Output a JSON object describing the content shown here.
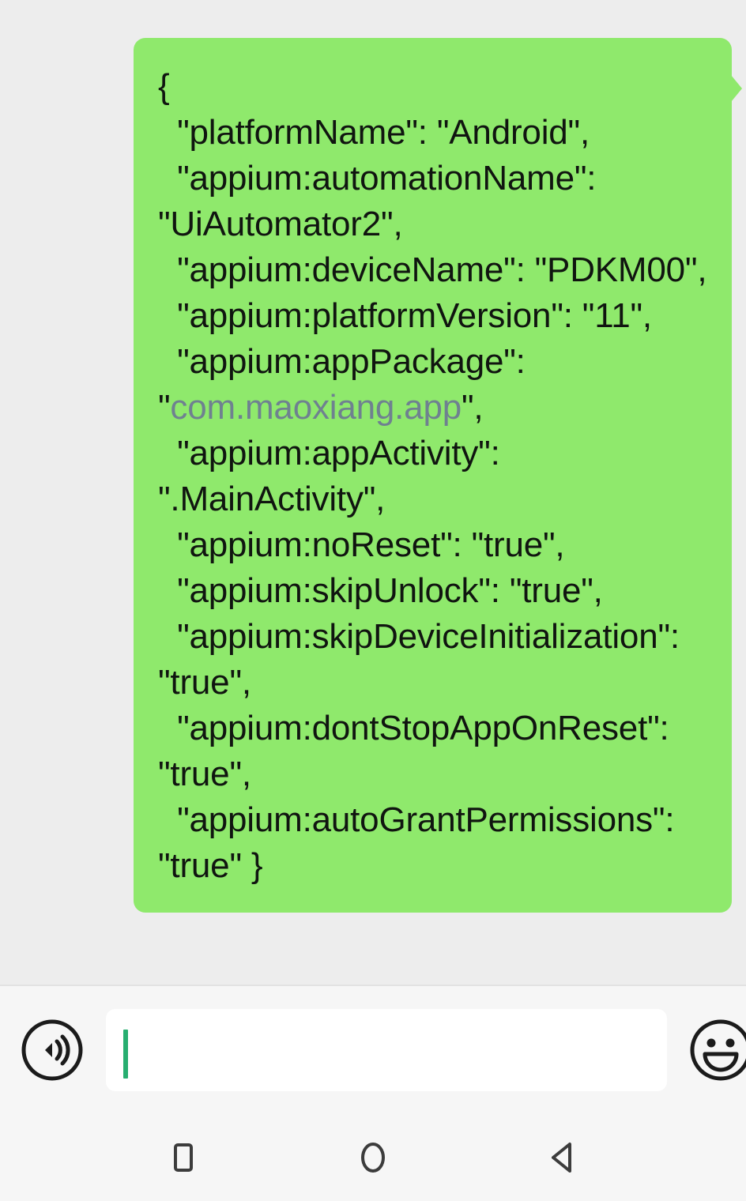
{
  "app": {
    "screen_name": "chat-conversation",
    "background_color": "#ededed"
  },
  "conversation": {
    "messages": [
      {
        "id": "msg-1",
        "author": "outgoing",
        "bubble_color": "#8fe96c",
        "text_color": "#101510",
        "link_color": "#6f8190",
        "segments": [
          {
            "kind": "text",
            "value": "{\n  \"platformName\": \"Android\",\n  \"appium:automationName\": \"UiAutomator2\",\n  \"appium:deviceName\": \"PDKM00\",\n  \"appium:platformVersion\": \"11\",\n  \"appium:appPackage\": \""
          },
          {
            "kind": "link",
            "value": "com.maoxiang.app"
          },
          {
            "kind": "text",
            "value": "\",\n  \"appium:appActivity\": \".MainActivity\",\n  \"appium:noReset\": \"true\",\n  \"appium:skipUnlock\": \"true\",\n  \"appium:skipDeviceInitialization\": \"true\",\n  \"appium:dontStopAppOnReset\": \"true\",\n  \"appium:autoGrantPermissions\": \"true\" }"
          }
        ],
        "plain_text": "{\n  \"platformName\": \"Android\",\n  \"appium:automationName\": \"UiAutomator2\",\n  \"appium:deviceName\": \"PDKM00\",\n  \"appium:platformVersion\": \"11\",\n  \"appium:appPackage\": \"com.maoxiang.app\",\n  \"appium:appActivity\": \".MainActivity\",\n  \"appium:noReset\": \"true\",\n  \"appium:skipUnlock\": \"true\",\n  \"appium:skipDeviceInitialization\": \"true\",\n  \"appium:dontStopAppOnReset\": \"true\",\n  \"appium:autoGrantPermissions\": \"true\" }",
        "capabilities": {
          "platformName": "Android",
          "appium:automationName": "UiAutomator2",
          "appium:deviceName": "PDKM00",
          "appium:platformVersion": "11",
          "appium:appPackage": "com.maoxiang.app",
          "appium:appActivity": ".MainActivity",
          "appium:noReset": "true",
          "appium:skipUnlock": "true",
          "appium:skipDeviceInitialization": "true",
          "appium:dontStopAppOnReset": "true",
          "appium:autoGrantPermissions": "true"
        }
      }
    ]
  },
  "input_bar": {
    "voice_icon": "voice-wave-icon",
    "emoji_icon": "smiley-face-icon",
    "field": {
      "value": "",
      "placeholder": "",
      "caret_color": "#27ae70",
      "background": "#ffffff"
    }
  },
  "nav_bar": {
    "buttons": [
      {
        "name": "recents-button",
        "icon": "square-icon"
      },
      {
        "name": "home-button",
        "icon": "circle-icon"
      },
      {
        "name": "back-button",
        "icon": "triangle-left-icon"
      }
    ],
    "icon_color": "#3c3c3c",
    "background": "#f6f6f6"
  }
}
